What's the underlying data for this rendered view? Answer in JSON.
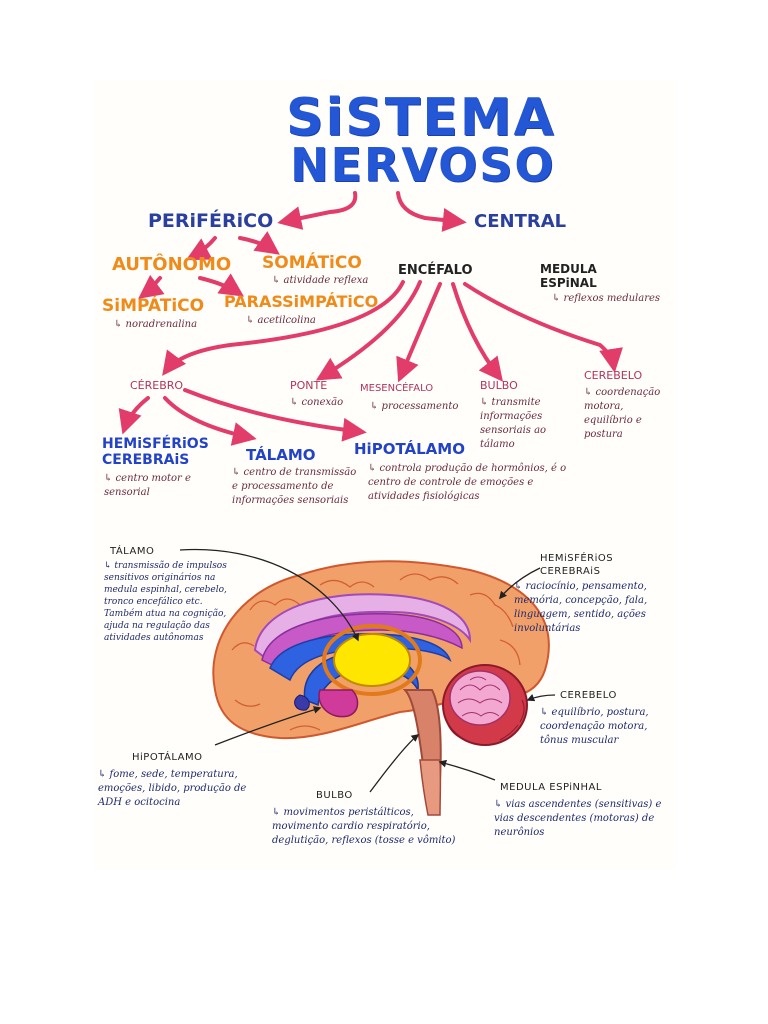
{
  "title": {
    "line1": "SiSTEMA",
    "line2": "NERVOSO"
  },
  "periferico": {
    "label": "PERiFÉRiCO",
    "autonomo": "AUTÔNOMO",
    "somatico": "SOMÁTiCO",
    "somatico_note": "↳ atividade reflexa",
    "simpatico": "SiMPÁTiCO",
    "simpatico_note": "↳ noradrenalina",
    "parassimpatico": "PARASSiMPÁTiCO",
    "parassimpatico_note": "↳ acetilcolina"
  },
  "central": {
    "label": "CENTRAL",
    "encefalo": "ENCÉFALO",
    "medula": "MEDULA ESPiNAL",
    "medula_note": "↳ reflexos medulares"
  },
  "encefalo_parts": {
    "cerebro": "CÉREBRO",
    "ponte": "PONTE",
    "ponte_note": "↳ conexão",
    "mesencefalo": "MESENCÉFALO",
    "mesencefalo_note": "↳ processamento",
    "bulbo": "BULBO",
    "bulbo_note": "↳ transmite informações sensoriais ao tálamo",
    "cerebelo": "CEREBELO",
    "cerebelo_note": "↳ coordenação motora, equilíbrio e postura"
  },
  "cerebro_parts": {
    "hemisferios": "HEMiSFÉRiOS CEREBRAiS",
    "hemisferios_note": "↳ centro motor e sensorial",
    "talamo": "TÁLAMO",
    "talamo_note": "↳ centro de transmissão e processamento de informações sensoriais",
    "hipotalamo": "HiPOTÁLAMO",
    "hipotalamo_note": "↳ controla produção de hormônios, é o centro de controle de emoções e atividades fisiológicas"
  },
  "diagram_labels": {
    "talamo": "TÁLAMO",
    "talamo_note": "↳ transmissão de impulsos sensitivos originários na medula espinhal, cerebelo, tronco encefálico etc. Também atua na cognição, ajuda na regulação das atividades autônomas",
    "hemisferios": "HEMiSFÉRiOS CEREBRAiS",
    "hemisferios_note": "↳ raciocínio, pensamento, memória, concepção, fala, linguagem, sentido, ações involuntárias",
    "cerebelo": "CEREBELO",
    "cerebelo_note": "↳ equilíbrio, postura, coordenação motora, tônus muscular",
    "hipotalamo": "HiPOTÁLAMO",
    "hipotalamo_note": "↳ fome, sede, temperatura, emoções, libido, produção de ADH e ocitocina",
    "bulbo": "BULBO",
    "bulbo_note": "↳ movimentos peristálticos, movimento cardio respiratório, deglutição, reflexos (tosse e vômito)",
    "medula": "MEDULA ESPiNHAL",
    "medula_note": "↳ vias ascendentes (sensitivas) e vias descendentes (motoras) de neurônios"
  },
  "colors": {
    "arrow": "#e23c6a",
    "title": "#2457d6",
    "blue_text": "#2a3f9e",
    "orange_text": "#f08a18",
    "cortex": "#f2a06a",
    "cerebellum_lobe": "#e58ab8",
    "thalamus": "#ffe600",
    "ventricle": "#2e62e0",
    "brainstem": "#d9826a"
  }
}
